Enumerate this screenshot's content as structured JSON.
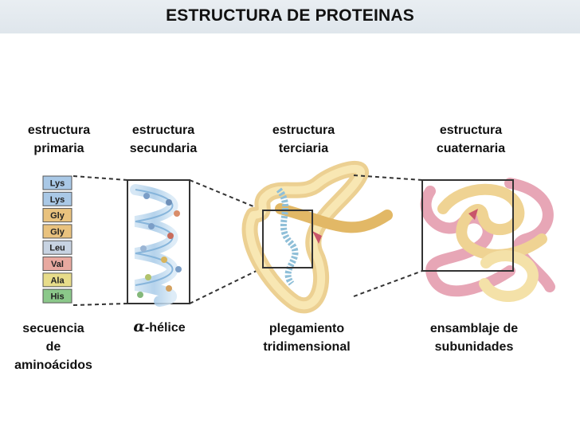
{
  "title": "ESTRUCTURA DE PROTEINAS",
  "levels": [
    {
      "heading": [
        "estructura",
        "primaria"
      ],
      "caption": [
        "secuencia",
        "de",
        "aminoácidos"
      ]
    },
    {
      "heading": [
        "estructura",
        "secundaria"
      ],
      "caption_symbol": "α",
      "caption_text": "-hélice"
    },
    {
      "heading": [
        "estructura",
        "terciaria"
      ],
      "caption": [
        "plegamiento",
        "tridimensional"
      ]
    },
    {
      "heading": [
        "estructura",
        "cuaternaria"
      ],
      "caption": [
        "ensamblaje de",
        "subunidades"
      ]
    }
  ],
  "amino_acids": [
    "Lys",
    "Lys",
    "Gly",
    "Gly",
    "Leu",
    "Val",
    "Ala",
    "His"
  ],
  "amino_acid_colors": [
    "#a9c8e6",
    "#a9c8e6",
    "#e9c27e",
    "#e9c27e",
    "#c7d3e2",
    "#e8a9a0",
    "#e7dc8a",
    "#8bc88a"
  ]
}
